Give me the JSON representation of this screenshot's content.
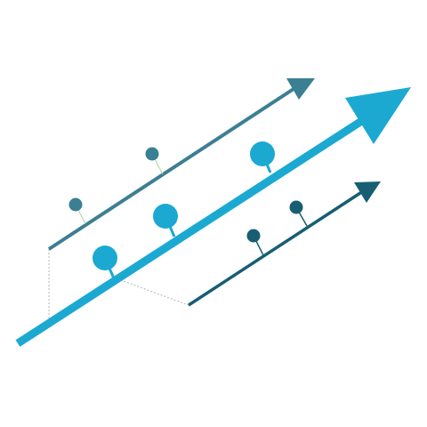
{
  "illustration": {
    "arrows": [
      {
        "name": "upper-arrow",
        "color": "#3b7f93",
        "markers": 2
      },
      {
        "name": "main-arrow",
        "color": "#1ba9d2",
        "markers": 3
      },
      {
        "name": "lower-arrow",
        "color": "#175e73",
        "markers": 2
      }
    ],
    "connector_style": "dotted",
    "connector_color": "#b5b5b5",
    "pin_stem_color": "#a8d8a0"
  }
}
